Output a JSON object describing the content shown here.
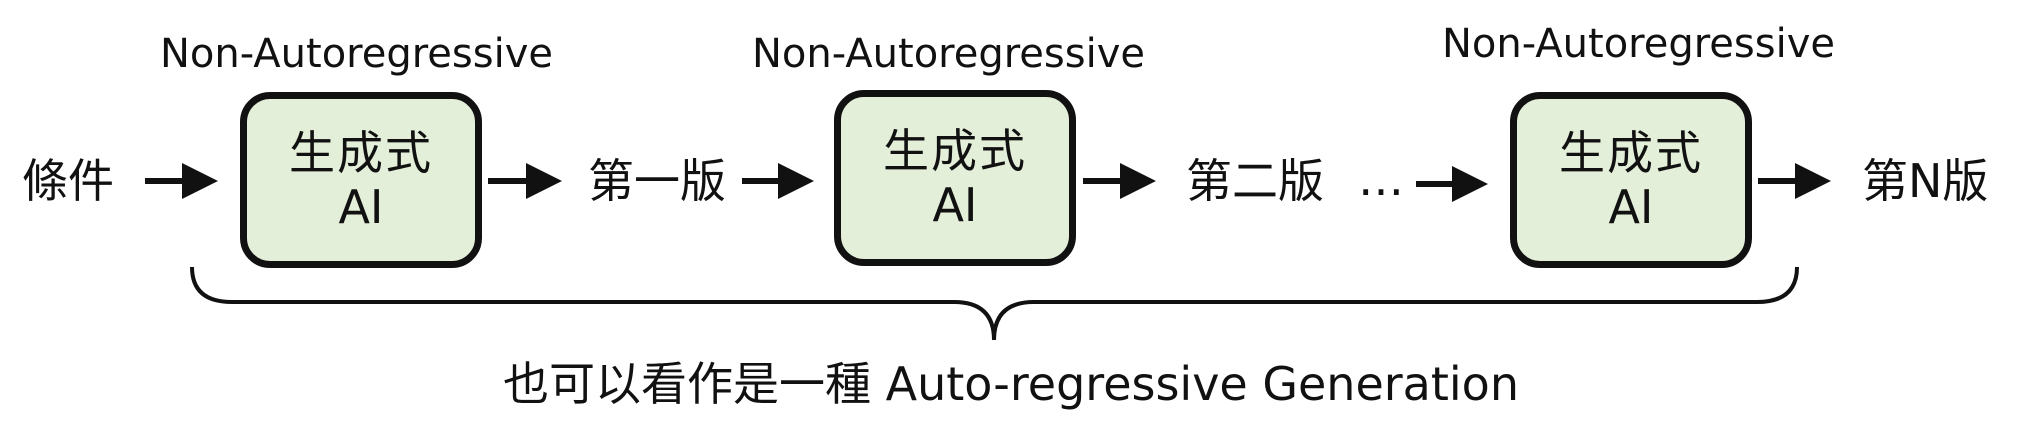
{
  "diagram": {
    "input_label": "條件",
    "blocks": [
      {
        "top_label": "Non-Autoregressive",
        "line1": "生成式",
        "line2": "AI"
      },
      {
        "top_label": "Non-Autoregressive",
        "line1": "生成式",
        "line2": "AI"
      },
      {
        "top_label": "Non-Autoregressive",
        "line1": "生成式",
        "line2": "AI"
      }
    ],
    "outputs": [
      "第一版",
      "第二版",
      "第N版"
    ],
    "ellipsis": "…",
    "caption": "也可以看作是一種 Auto-regressive Generation"
  }
}
